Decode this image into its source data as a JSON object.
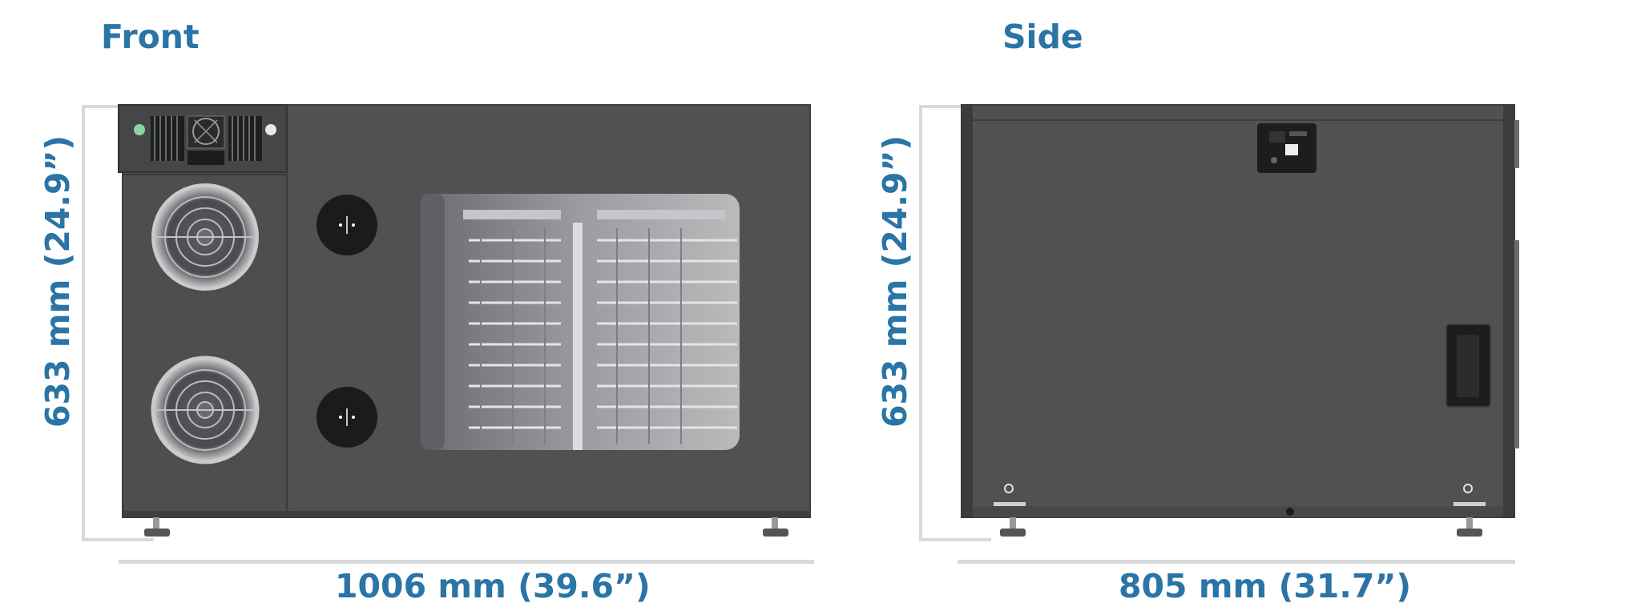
{
  "front": {
    "title": "Front",
    "height_label": "633 mm (24.9”)",
    "width_label": "1006 mm (39.6”)"
  },
  "side": {
    "title": "Side",
    "height_label": "633 mm (24.9”)",
    "width_label": "805 mm (31.7”)"
  },
  "colors": {
    "label": "#2a74a6",
    "cabinet": "#505153",
    "guide": "#d9d9d9"
  }
}
